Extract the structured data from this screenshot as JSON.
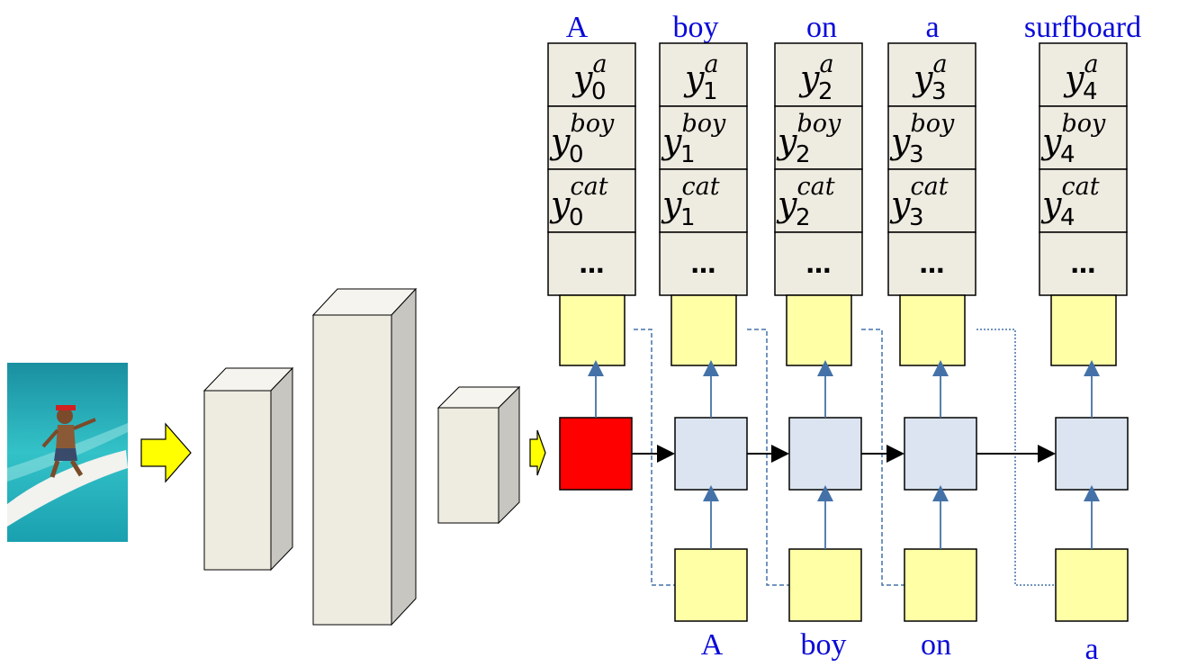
{
  "output_words": [
    "A",
    "boy",
    "on",
    "a",
    "surfboard"
  ],
  "input_words": [
    "A",
    "boy",
    "on",
    "a"
  ],
  "timesteps": [
    "0",
    "1",
    "2",
    "3",
    "4"
  ],
  "vocab_rows": [
    {
      "sup": "a"
    },
    {
      "sup": "boy"
    },
    {
      "sup": "cat"
    }
  ],
  "var_symbol": "y",
  "ellipsis": "…",
  "colors": {
    "word_text": "#0a0ad8",
    "initial_state": "#ff0000",
    "hidden_state": "#dbe4f0",
    "embedding": "#ffffa6",
    "cnn_block": "#eeebe1",
    "feed_arrow": "#ffff00",
    "connector": "#4472a8"
  },
  "icons": {
    "input_photo": "photo-of-boy-surfing",
    "feed_arrow": "yellow-block-arrow"
  }
}
